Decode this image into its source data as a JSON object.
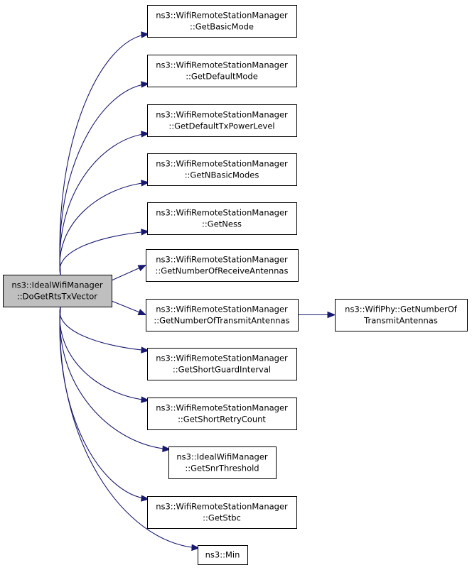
{
  "root": {
    "id": "root",
    "lines": [
      "ns3::IdealWifiManager",
      "::DoGetRtsTxVector"
    ]
  },
  "nodes": [
    {
      "id": "getbasicmode",
      "lines": [
        "ns3::WifiRemoteStationManager",
        "::GetBasicMode"
      ]
    },
    {
      "id": "getdefaultmode",
      "lines": [
        "ns3::WifiRemoteStationManager",
        "::GetDefaultMode"
      ]
    },
    {
      "id": "getdefaulttxpowerlevel",
      "lines": [
        "ns3::WifiRemoteStationManager",
        "::GetDefaultTxPowerLevel"
      ]
    },
    {
      "id": "getnbasicmodes",
      "lines": [
        "ns3::WifiRemoteStationManager",
        "::GetNBasicModes"
      ]
    },
    {
      "id": "getness",
      "lines": [
        "ns3::WifiRemoteStationManager",
        "::GetNess"
      ]
    },
    {
      "id": "getnumberofreceiveantennas",
      "lines": [
        "ns3::WifiRemoteStationManager",
        "::GetNumberOfReceiveAntennas"
      ]
    },
    {
      "id": "getnumberoftransmitantennas",
      "lines": [
        "ns3::WifiRemoteStationManager",
        "::GetNumberOfTransmitAntennas"
      ]
    },
    {
      "id": "getshortguardinterval",
      "lines": [
        "ns3::WifiRemoteStationManager",
        "::GetShortGuardInterval"
      ]
    },
    {
      "id": "getshortretrycount",
      "lines": [
        "ns3::WifiRemoteStationManager",
        "::GetShortRetryCount"
      ]
    },
    {
      "id": "getsnrthreshold",
      "lines": [
        "ns3::IdealWifiManager",
        "::GetSnrThreshold"
      ]
    },
    {
      "id": "getstbc",
      "lines": [
        "ns3::WifiRemoteStationManager",
        "::GetStbc"
      ]
    },
    {
      "id": "min",
      "lines": [
        "ns3::Min"
      ]
    },
    {
      "id": "wifiphy-getnumberoftransmitantennas",
      "lines": [
        "ns3::WifiPhy::GetNumberOf",
        "TransmitAntennas"
      ]
    }
  ],
  "edges": [
    {
      "from": "root",
      "to": "getbasicmode"
    },
    {
      "from": "root",
      "to": "getdefaultmode"
    },
    {
      "from": "root",
      "to": "getdefaulttxpowerlevel"
    },
    {
      "from": "root",
      "to": "getnbasicmodes"
    },
    {
      "from": "root",
      "to": "getness"
    },
    {
      "from": "root",
      "to": "getnumberofreceiveantennas"
    },
    {
      "from": "root",
      "to": "getnumberoftransmitantennas"
    },
    {
      "from": "root",
      "to": "getshortguardinterval"
    },
    {
      "from": "root",
      "to": "getshortretrycount"
    },
    {
      "from": "root",
      "to": "getsnrthreshold"
    },
    {
      "from": "root",
      "to": "getstbc"
    },
    {
      "from": "root",
      "to": "min"
    },
    {
      "from": "getnumberoftransmitantennas",
      "to": "wifiphy-getnumberoftransmitantennas"
    }
  ],
  "colors": {
    "edge": "#191970",
    "root_fill": "#bfbfbf",
    "node_fill": "#ffffff",
    "border": "#000000"
  }
}
